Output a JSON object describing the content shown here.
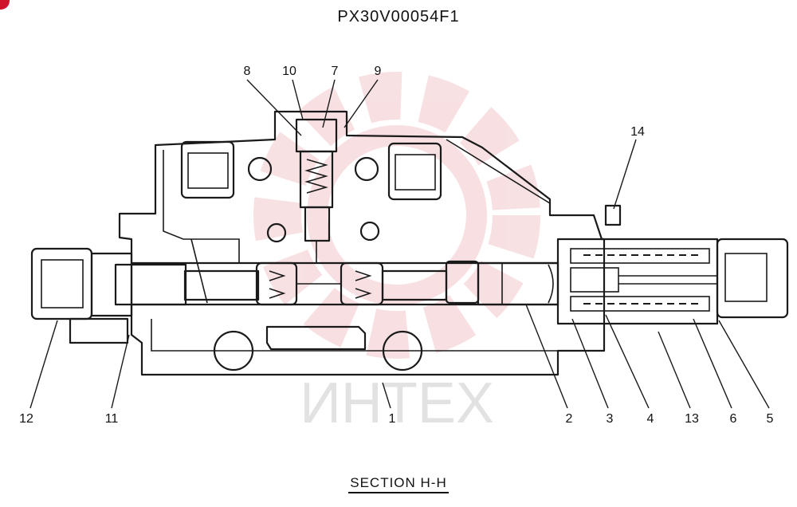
{
  "drawing": {
    "title": "PX30V00054F1",
    "section_label": "SECTION H-H",
    "watermark_text": "ИНТЕХ",
    "watermark_color": "#f3c8cc",
    "accent_color": "#d0122a"
  },
  "callouts": [
    {
      "id": "c8",
      "label": "8"
    },
    {
      "id": "c10",
      "label": "10"
    },
    {
      "id": "c7",
      "label": "7"
    },
    {
      "id": "c9",
      "label": "9"
    },
    {
      "id": "c14",
      "label": "14"
    },
    {
      "id": "c12",
      "label": "12"
    },
    {
      "id": "c11",
      "label": "11"
    },
    {
      "id": "c1",
      "label": "1"
    },
    {
      "id": "c2",
      "label": "2"
    },
    {
      "id": "c3",
      "label": "3"
    },
    {
      "id": "c4",
      "label": "4"
    },
    {
      "id": "c13",
      "label": "13"
    },
    {
      "id": "c6",
      "label": "6"
    },
    {
      "id": "c5",
      "label": "5"
    }
  ]
}
